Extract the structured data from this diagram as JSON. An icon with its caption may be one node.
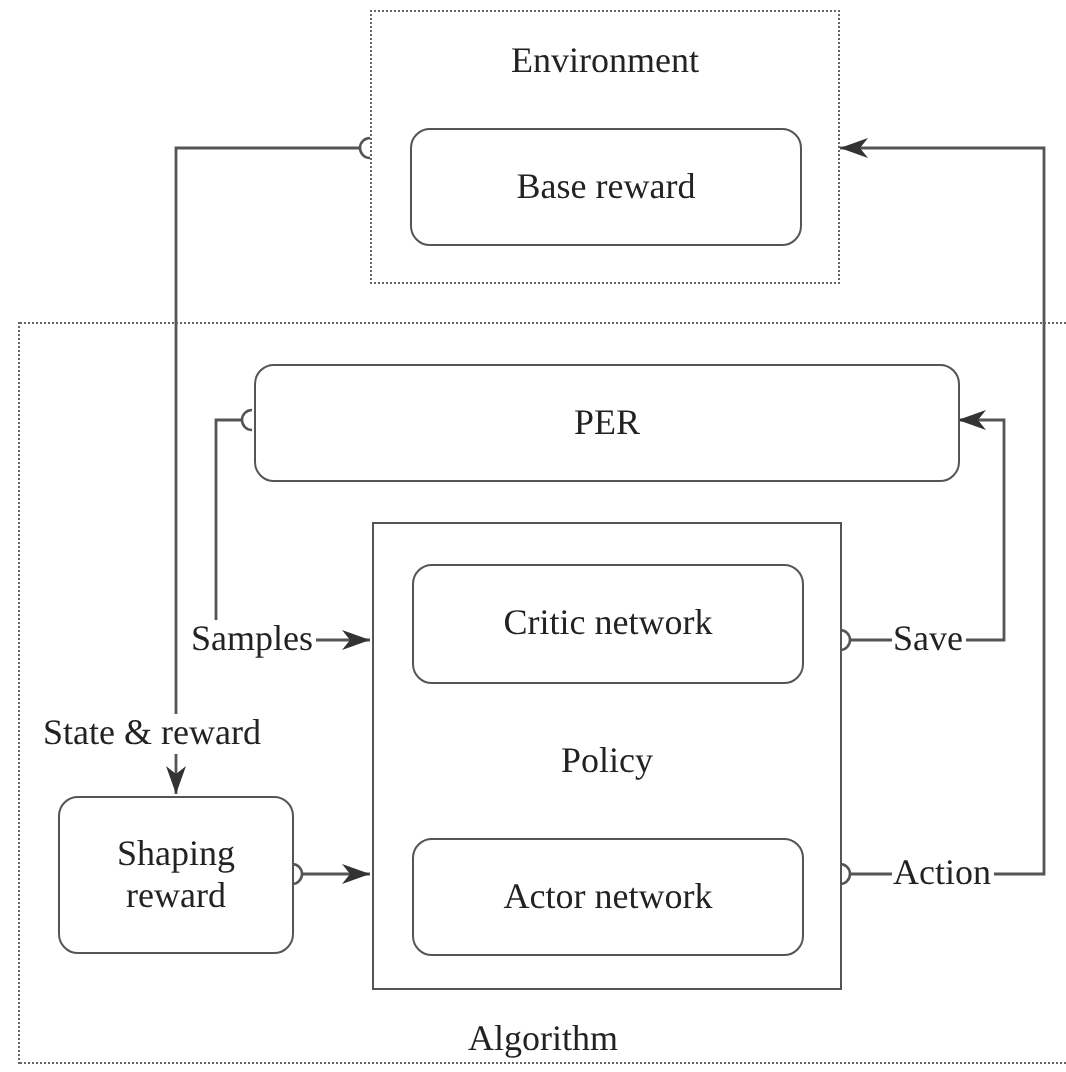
{
  "diagram": {
    "nodes": [
      {
        "text": [
          "Environment"
        ]
      },
      {
        "text": [
          "Base reward"
        ],
        "in": 0
      },
      {
        "text": [
          "Algorithm"
        ]
      },
      {
        "text": [
          "PER"
        ],
        "in": 2
      },
      {
        "text": [
          "Policy"
        ],
        "in": 2
      },
      {
        "text": [
          "Critic network"
        ],
        "in": 4
      },
      {
        "text": [
          "Actor network"
        ],
        "in": 4
      },
      {
        "text": [
          "Shaping reward"
        ],
        "in": 2
      }
    ],
    "edges": [
      {
        "from": 0,
        "to": 7,
        "arrow": "to",
        "label": "State & reward"
      },
      {
        "from": 3,
        "to": 4,
        "arrow": "to",
        "label": "Samples"
      },
      {
        "from": 4,
        "to": 3,
        "arrow": "to",
        "label": "Save"
      },
      {
        "from": 4,
        "to": 0,
        "arrow": "to",
        "label": "Action"
      },
      {
        "from": 7,
        "to": 4,
        "arrow": "to"
      }
    ]
  }
}
